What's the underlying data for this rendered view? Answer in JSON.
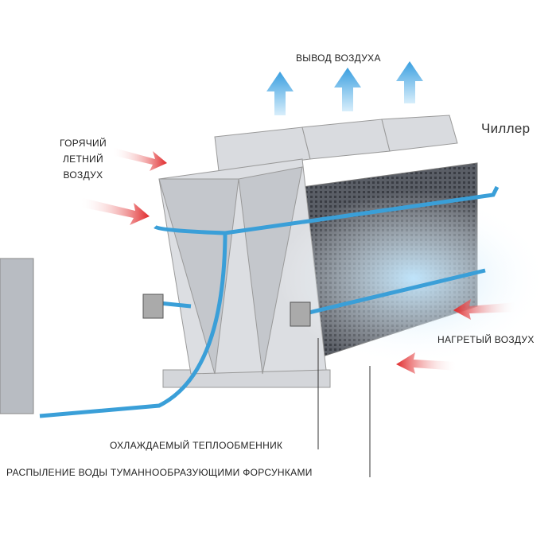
{
  "labels": {
    "air_outlet": "ВЫВОД ВОЗДУХА",
    "hot_summer_air": [
      "ГОРЯЧИЙ",
      "ЛЕТНИЙ",
      "ВОЗДУХ"
    ],
    "chiller": "Чиллер",
    "heated_air": "НАГРЕТЫЙ ВОЗДУХ",
    "cooled_exchanger": "ОХЛАЖДАЕМЫЙ ТЕПЛООБМЕННИК",
    "water_spray": "РАСПЫЛЕНИЕ ВОДЫ ТУМАННООБРАЗУЮЩИМИ ФОРСУНКАМИ"
  },
  "colors": {
    "pipe": "#3a9fd8",
    "hot_arrow": "#e03a3a",
    "out_arrow": "#5fb8ea",
    "unit": "#cfd2d6"
  }
}
